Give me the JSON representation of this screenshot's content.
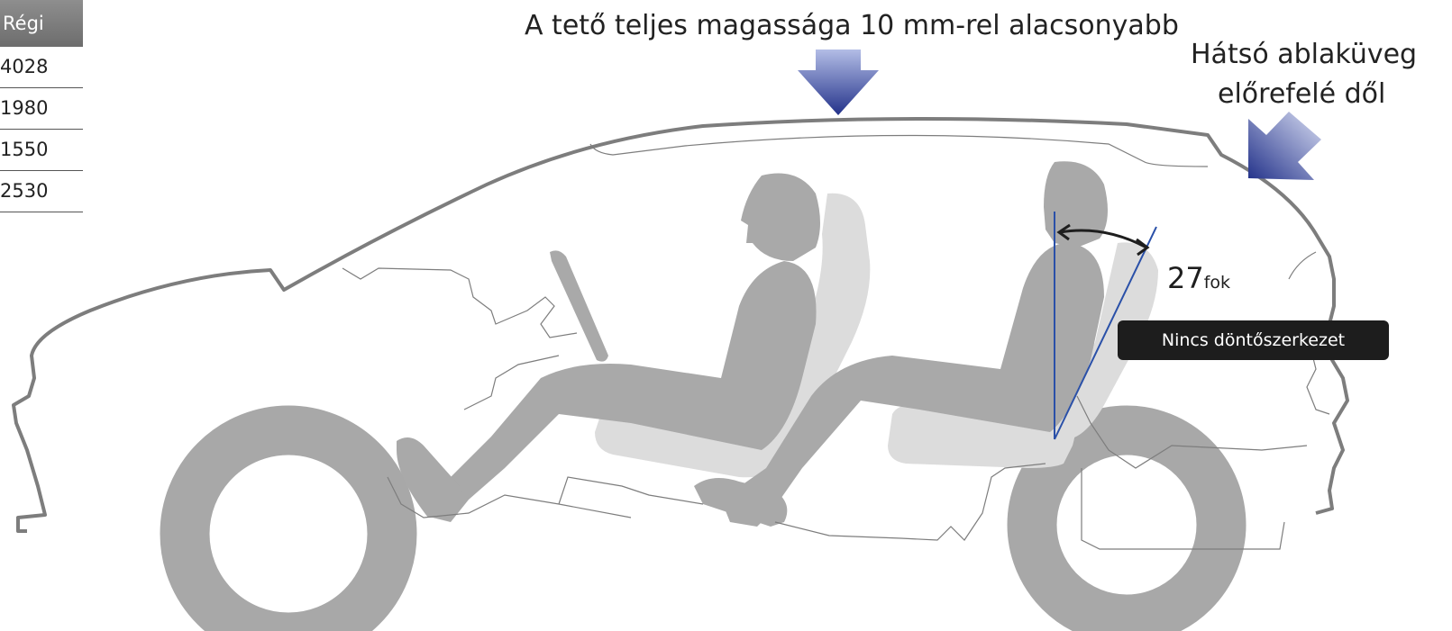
{
  "spec_table": {
    "header": "Régi",
    "values": [
      "4028",
      "1980",
      "1550",
      "2530"
    ]
  },
  "annotations": {
    "roof_height": "A tető teljes magassága 10 mm-rel alacsonyabb",
    "rear_glass_line1": "Hátsó ablaküveg",
    "rear_glass_line2": "előrefelé dől",
    "seat_angle_value": "27",
    "seat_angle_unit": "fok",
    "no_recline": "Nincs döntőszerkezet"
  },
  "colors": {
    "body_outline": "#7d7d7d",
    "occupant": "#a9a9a9",
    "seat": "#dcdcdc",
    "wheel": "#a8a8a8",
    "arrow_light": "#aab5e0",
    "arrow_dark": "#24338a",
    "angle_line": "#2a50a8",
    "badge": "#1d1d1d"
  }
}
